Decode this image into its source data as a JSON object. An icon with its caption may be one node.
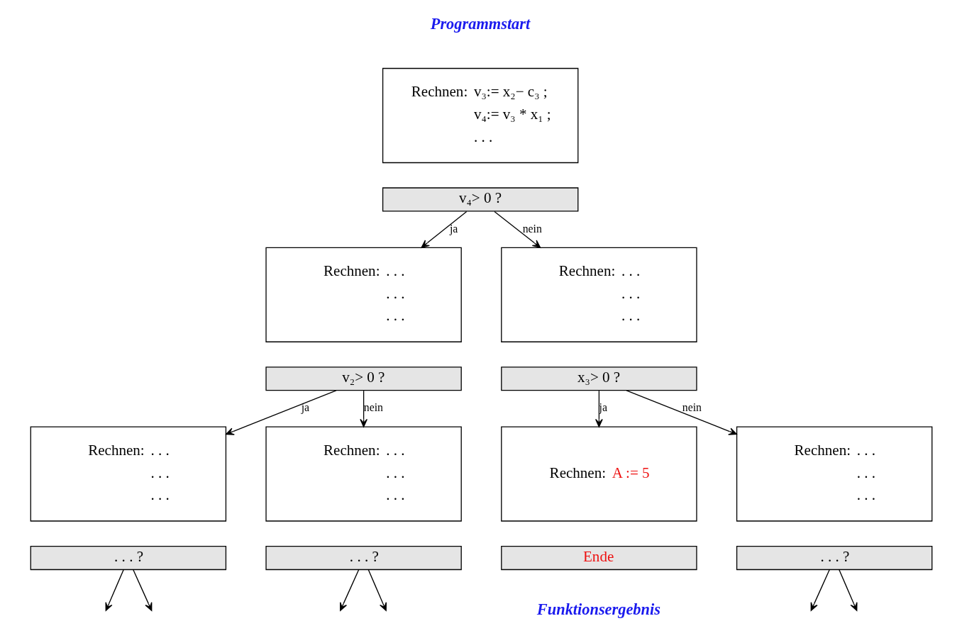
{
  "diagram": {
    "nodes": [
      {
        "text": [
          "Rechnen:",
          "v₃:= x₂− c₃ ;",
          "v₄:= v₃ * x₁ ;",
          ". . ."
        ],
        "beside": [
          "Programmstart"
        ]
      },
      {
        "text": [
          "v₄> 0 ?"
        ]
      },
      {
        "text": [
          "Rechnen:",
          ". . .",
          ". . .",
          ". . ."
        ]
      },
      {
        "text": [
          "v₂> 0 ?"
        ]
      },
      {
        "text": [
          "Rechnen:",
          ". . .",
          ". . .",
          ". . ."
        ]
      },
      {
        "text": [
          "x₃> 0 ?"
        ]
      },
      {
        "text": [
          "Rechnen:",
          ". . .",
          ". . .",
          ". . ."
        ]
      },
      {
        "text": [
          ". . . ?"
        ]
      },
      {
        "text": [
          "Rechnen:",
          ". . .",
          ". . .",
          ". . ."
        ]
      },
      {
        "text": [
          ". . . ?"
        ]
      },
      {
        "text": [
          "Rechnen:",
          "A := 5"
        ]
      },
      {
        "text": [
          "Ende"
        ],
        "beside": [
          "Funktionsergebnis"
        ]
      },
      {
        "text": [
          "Rechnen:",
          ". . .",
          ". . .",
          ". . ."
        ]
      },
      {
        "text": [
          ". . . ?"
        ]
      }
    ],
    "edges": [
      {
        "from": 1,
        "to": 2,
        "arrow": "to",
        "label": "ja"
      },
      {
        "from": 1,
        "to": 4,
        "arrow": "to",
        "label": "nein"
      },
      {
        "from": 3,
        "to": 6,
        "arrow": "to",
        "label": "ja"
      },
      {
        "from": 3,
        "to": 8,
        "arrow": "to",
        "label": "nein"
      },
      {
        "from": 5,
        "to": 10,
        "arrow": "to",
        "label": "ja"
      },
      {
        "from": 5,
        "to": 12,
        "arrow": "to",
        "label": "nein"
      },
      {
        "from": 7,
        "to": null,
        "arrow": "to"
      },
      {
        "from": 7,
        "to": null,
        "arrow": "to"
      },
      {
        "from": 9,
        "to": null,
        "arrow": "to"
      },
      {
        "from": 9,
        "to": null,
        "arrow": "to"
      },
      {
        "from": 13,
        "to": null,
        "arrow": "to"
      },
      {
        "from": 13,
        "to": null,
        "arrow": "to"
      }
    ]
  }
}
